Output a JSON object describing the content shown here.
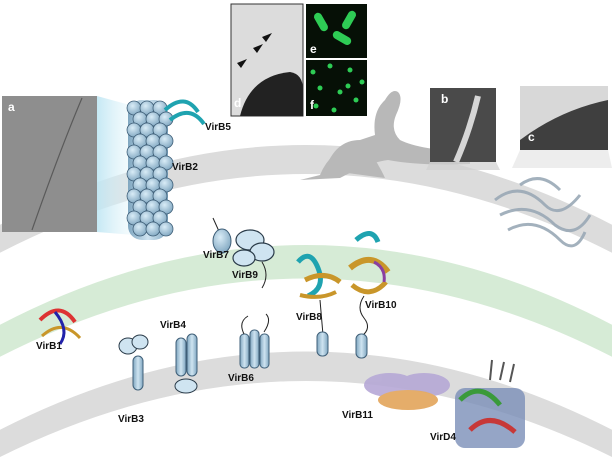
{
  "panels": {
    "a": "a",
    "b": "b",
    "c": "c",
    "d": "d",
    "e": "e",
    "f": "f"
  },
  "proteins": {
    "virb1": "VirB1",
    "virb2": "VirB2",
    "virb3": "VirB3",
    "virb4": "VirB4",
    "virb5": "VirB5",
    "virb6": "VirB6",
    "virb7": "VirB7",
    "virb8": "VirB8",
    "virb9": "VirB9",
    "virb10": "VirB10",
    "virb11": "VirB11",
    "virbd4": "VirD4"
  },
  "colors": {
    "outer_membrane": "#dcdcdc",
    "periplasm_band": "#cfe8cf",
    "inner_membrane": "#dcdcdc",
    "subunit_blue": "#a9c8dc",
    "subunit_stroke": "#3f5f78",
    "cyan_structure": "#1fa3b0",
    "gold_structure": "#c9962a",
    "fluor_green": "#2ecc55"
  }
}
